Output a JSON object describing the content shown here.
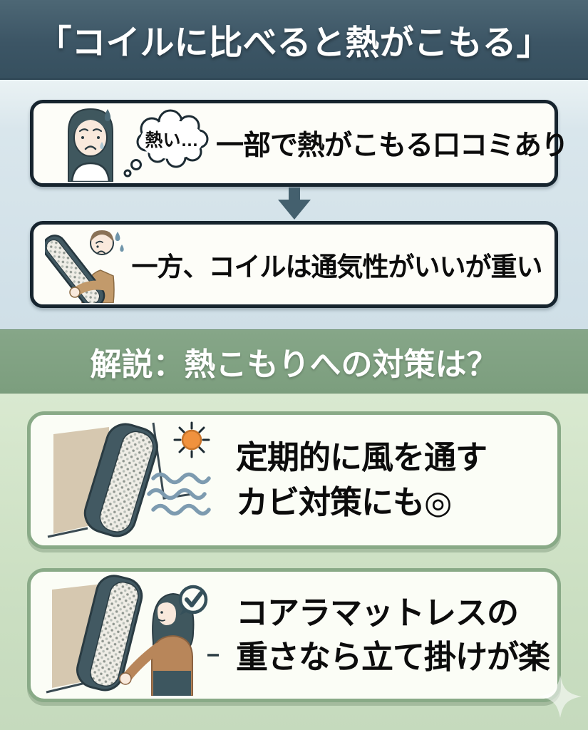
{
  "header": {
    "title": "「コイルに比べると熱がこもる」"
  },
  "claim_section": {
    "review_box": {
      "thought_bubble_text": "熱い…",
      "text": "一部で熱がこもる口コミあり"
    },
    "coil_box": {
      "text": "一方、コイルは通気性がいいが重い"
    }
  },
  "explanation_band": {
    "title": "解説：熱こもりへの対策は？"
  },
  "tips_section": {
    "airing_box": {
      "line1": "定期的に風を通す",
      "line2": "カビ対策にも◎"
    },
    "koala_box": {
      "line1": "コアラマットレスの",
      "line2": "重さなら立て掛けが楽"
    }
  },
  "colors": {
    "header_bg": "#3c5565",
    "claim_section_bg": "#d7e4ea",
    "claim_box_border": "#16242e",
    "down_arrow": "#44606e",
    "band_bg": "#7c9e7e",
    "tips_section_bg": "#cfe2c6",
    "tip_box_border": "#89aa87",
    "sun": "#f0923e",
    "wind_waves": "#7d9bb0",
    "mattress_body": "#425962",
    "wall": "#d6c8b0",
    "body_text": "#0c0c0c"
  }
}
